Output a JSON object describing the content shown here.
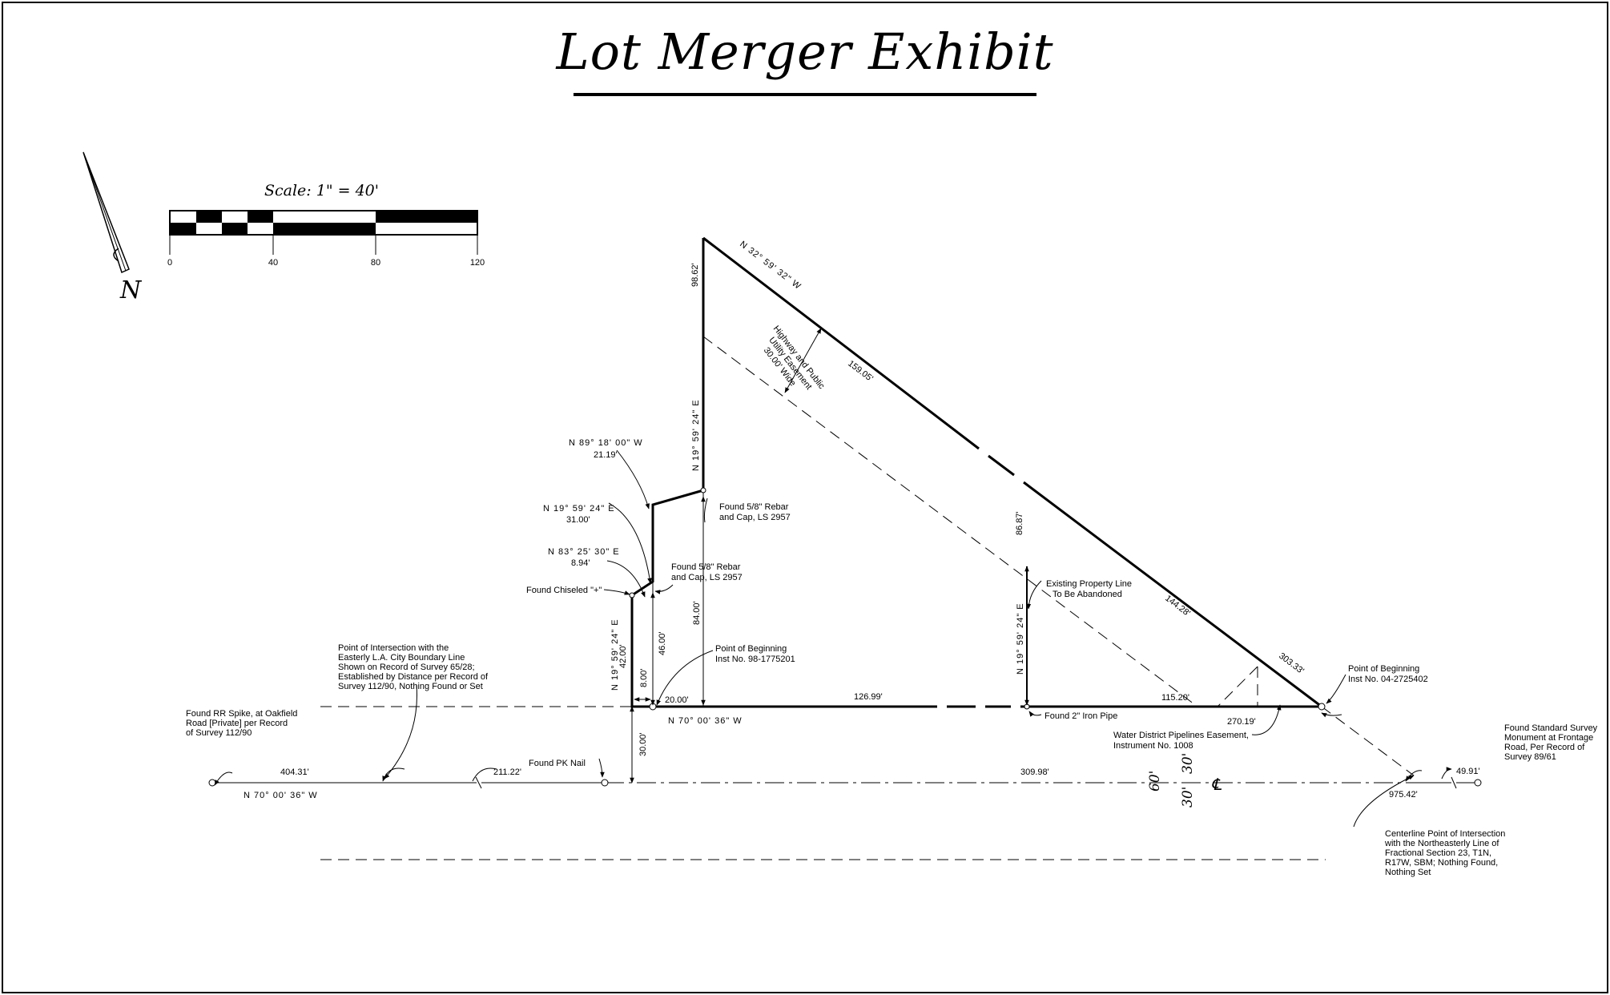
{
  "title": "Lot Merger Exhibit",
  "scale": {
    "label": "Scale: 1\" = 40'",
    "ticks": [
      "0",
      "40",
      "80",
      "120"
    ]
  },
  "north_label": "N",
  "bearings": {
    "n32": "N 32° 59' 32\" W",
    "n19_vertical": "N 19° 59' 24\" E",
    "n19_right": "N 19° 59' 24\" E",
    "n19_left": "N 19° 59' 24\" E",
    "n89": "N 89° 18' 00\" W",
    "n19_mid": "N 19° 59' 24\" E",
    "n83": "N 83° 25' 30\" E",
    "n70_lot": "N 70° 00' 36\" W",
    "n70_road": "N 70° 00' 36\" W"
  },
  "distances": {
    "d9862": "98.62'",
    "d15905": "159.05'",
    "d14428": "144.28'",
    "d30333": "303.33'",
    "d8687": "86.87'",
    "d2119": "21.19'",
    "d3100": "31.00'",
    "d894": "8.94'",
    "d4200": "42.00'",
    "d800": "8.00'",
    "d4600": "46.00'",
    "d8400": "84.00'",
    "d2000": "20.00'",
    "d12699": "126.99'",
    "d11520": "115.20'",
    "d27019": "270.19'",
    "d3000": "30.00'",
    "d40431": "404.31'",
    "d21122": "211.22'",
    "d30998": "309.98'",
    "d97542": "975.42'",
    "d4991": "49.91'",
    "d60": "60'",
    "d30a": "30'",
    "d30b": "30'",
    "cl": "℄"
  },
  "notes": {
    "easement": [
      "Highway and Public",
      "Utility Easement",
      "30.00' Wide"
    ],
    "rebar_upper": [
      "Found 5/8\" Rebar",
      "and Cap, LS 2957"
    ],
    "rebar_lower": [
      "Found 5/8\" Rebar",
      "and Cap, LS 2957"
    ],
    "chiseled": "Found Chiseled \"+\"",
    "pob_left": [
      "Point of Beginning",
      "Inst No. 98-1775201"
    ],
    "pob_right": [
      "Point of Beginning",
      "Inst No. 04-2725402"
    ],
    "existing_line": [
      "Existing Property Line",
      "To Be Abandoned"
    ],
    "iron_pipe": "Found 2\" Iron Pipe",
    "water": [
      "Water District Pipelines Easement,",
      "Instrument No. 1008"
    ],
    "intersection": [
      "Point of Intersection with the",
      "Easterly L.A. City Boundary Line",
      "Shown on Record of Survey 65/28;",
      "Established by Distance per Record of",
      "Survey 112/90, Nothing Found or Set"
    ],
    "rr_spike": [
      "Found RR Spike, at Oakfield",
      "Road [Private] per Record",
      "of Survey 112/90"
    ],
    "pk_nail": "Found PK Nail",
    "monument": [
      "Found Standard Survey",
      "Monument at Frontage",
      "Road, Per Record of",
      "Survey 89/61"
    ],
    "centerline": [
      "Centerline Point of Intersection",
      "with the Northeasterly Line of",
      "Fractional Section 23, T1N,",
      "R17W, SBM; Nothing Found,",
      "Nothing Set"
    ]
  }
}
